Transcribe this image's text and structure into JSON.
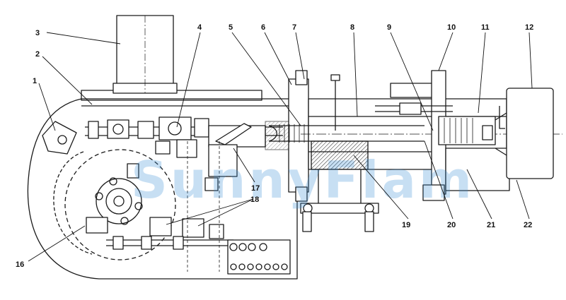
{
  "diagram": {
    "callouts": [
      {
        "id": "c1",
        "text": "1"
      },
      {
        "id": "c2",
        "text": "2"
      },
      {
        "id": "c3",
        "text": "3"
      },
      {
        "id": "c4",
        "text": "4"
      },
      {
        "id": "c5",
        "text": "5"
      },
      {
        "id": "c6",
        "text": "6"
      },
      {
        "id": "c7",
        "text": "7"
      },
      {
        "id": "c8",
        "text": "8"
      },
      {
        "id": "c9",
        "text": "9"
      },
      {
        "id": "c10",
        "text": "10"
      },
      {
        "id": "c11",
        "text": "11"
      },
      {
        "id": "c12",
        "text": "12"
      },
      {
        "id": "c16",
        "text": "16"
      },
      {
        "id": "c17",
        "text": "17"
      },
      {
        "id": "c18",
        "text": "18"
      },
      {
        "id": "c19",
        "text": "19"
      },
      {
        "id": "c20",
        "text": "20"
      },
      {
        "id": "c21",
        "text": "21"
      },
      {
        "id": "c22",
        "text": "22"
      }
    ],
    "watermark": "SunnyFlam",
    "colors": {
      "line": "#1a1a1a",
      "watermark": "#3b8fd6"
    }
  }
}
